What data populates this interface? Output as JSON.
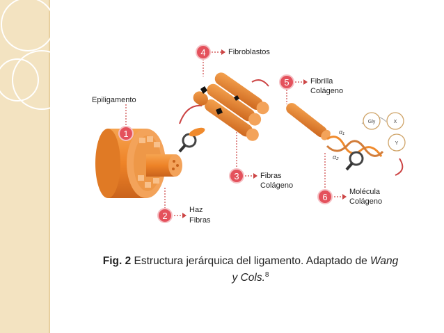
{
  "labels": {
    "epiligamento": "Epiligamento",
    "fibroblastos": "Fibroblastos",
    "fibrilla_line1": "Fibrilla",
    "fibrilla_line2": "Colágeno",
    "fibras_line1": "Fibras",
    "fibras_line2": "Colágeno",
    "haz_line1": "Haz",
    "haz_line2": "Fibras",
    "molecula_line1": "Molécula",
    "molecula_line2": "Colágeno"
  },
  "markers": [
    "1",
    "2",
    "3",
    "4",
    "5",
    "6"
  ],
  "chain_labels": {
    "gly": "Gly",
    "x": "X",
    "y": "Y",
    "alpha1": "α₁",
    "alpha2": "α₂"
  },
  "caption": {
    "fig": "Fig. 2",
    "text1": " Estructura jerárquica del ligamento. Adaptado de ",
    "italic1": "Wang",
    "italic2": "y Cols.",
    "sup": "8"
  },
  "colors": {
    "orange": "#f08a2c",
    "orange_dark": "#c6621a",
    "marker": "#e4515c",
    "band": "#f3e3c1"
  }
}
